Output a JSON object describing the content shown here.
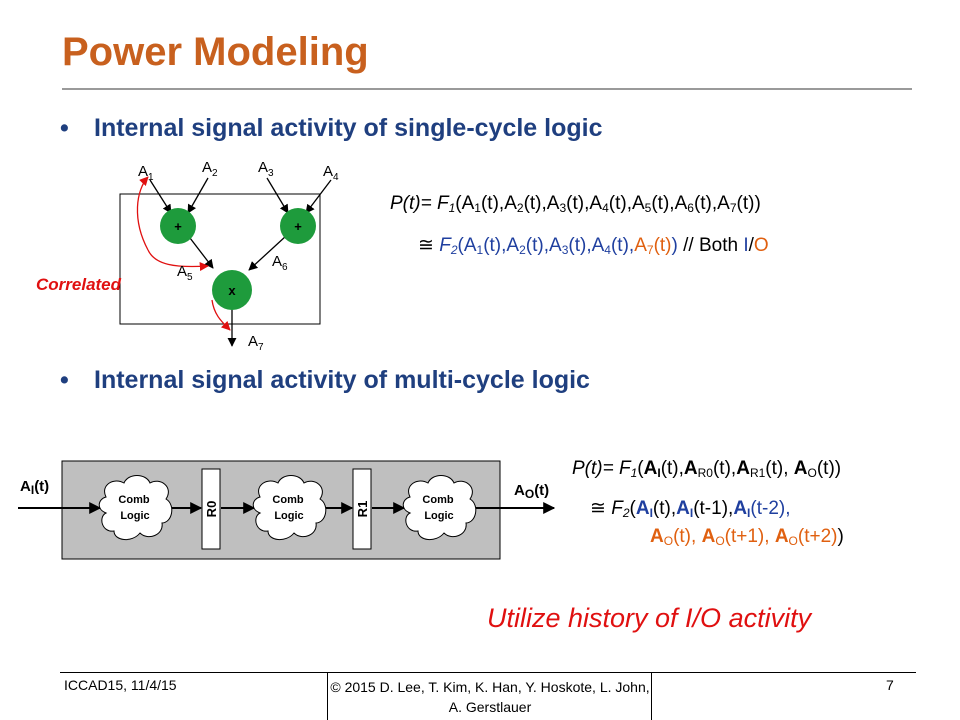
{
  "slide": {
    "title": "Power Modeling",
    "bullet_symbol": "•",
    "bullet1": "Internal signal activity of single-cycle logic",
    "bullet2": "Internal signal activity of multi-cycle logic",
    "correlated": "Correlated",
    "utilize": "Utilize history of I/O activity"
  },
  "diagram1": {
    "signals": [
      {
        "base": "A",
        "sub": "1"
      },
      {
        "base": "A",
        "sub": "2"
      },
      {
        "base": "A",
        "sub": "3"
      },
      {
        "base": "A",
        "sub": "4"
      },
      {
        "base": "A",
        "sub": "5"
      },
      {
        "base": "A",
        "sub": "6"
      },
      {
        "base": "A",
        "sub": "7"
      }
    ],
    "adder_symbol": "+",
    "multiplier_symbol": "x"
  },
  "eq1": {
    "lhs": "P(t)= ",
    "func": "F",
    "func_sub": "1",
    "open": "(",
    "terms": [
      {
        "base": "A",
        "sub": "1",
        "tail": "(t),"
      },
      {
        "base": "A",
        "sub": "2",
        "tail": "(t),"
      },
      {
        "base": "A",
        "sub": "3",
        "tail": "(t),"
      },
      {
        "base": "A",
        "sub": "4",
        "tail": "(t),"
      },
      {
        "base": "A",
        "sub": "5",
        "tail": "(t),"
      },
      {
        "base": "A",
        "sub": "6",
        "tail": "(t),"
      },
      {
        "base": "A",
        "sub": "7",
        "tail": "(t)"
      }
    ],
    "close": ")"
  },
  "eq2": {
    "approx": "≅",
    "func": "F",
    "func_sub": "2",
    "open": "(",
    "terms": [
      {
        "base": "A",
        "sub": "1",
        "tail": "(t),"
      },
      {
        "base": "A",
        "sub": "2",
        "tail": "(t),"
      },
      {
        "base": "A",
        "sub": "3",
        "tail": "(t),"
      },
      {
        "base": "A",
        "sub": "4",
        "tail": "(t),"
      }
    ],
    "last": {
      "base": "A",
      "sub": "7",
      "tail": "(t)"
    },
    "close": ")",
    "comment": "// Both ",
    "comment_i": "I",
    "comment_slash": "/",
    "comment_o": "O"
  },
  "diagram2": {
    "input": {
      "base": "A",
      "sub": "I",
      "tail": "(t)"
    },
    "output": {
      "base": "A",
      "sub": "O",
      "tail": "(t)"
    },
    "comb_line1": "Comb",
    "comb_line2": "Logic",
    "reg0": "R0",
    "reg1": "R1"
  },
  "eq3": {
    "lhs": "P(t)= ",
    "func": "F",
    "func_sub": "1",
    "open": "(",
    "t1": {
      "base": "A",
      "sub": "I",
      "tail": "(t),"
    },
    "t2": {
      "base": "A",
      "sub": "R0",
      "tail": "(t),"
    },
    "t3": {
      "base": "A",
      "sub": "R1",
      "tail": "(t), "
    },
    "t4": {
      "base": "A",
      "sub": "O",
      "tail": "(t)"
    },
    "close": ")"
  },
  "eq4": {
    "approx": "≅",
    "func": "F",
    "func_sub": "2",
    "open": "(",
    "t1": {
      "base": "A",
      "sub": "I",
      "tail": "(t),"
    },
    "t2": {
      "base": "A",
      "sub": "I",
      "tail": "(t-1),"
    },
    "t3": {
      "base": "A",
      "sub": "I",
      "tail": "(t-2),"
    }
  },
  "eq5": {
    "t1": {
      "base": "A",
      "sub": "O",
      "tail": "(t), "
    },
    "t2": {
      "base": "A",
      "sub": "O",
      "tail": "(t+1), "
    },
    "t3": {
      "base": "A",
      "sub": "O",
      "tail": "(t+2)"
    },
    "close": ")"
  },
  "footer": {
    "left": "ICCAD15,  11/4/15",
    "middle": "© 2015 D. Lee, T. Kim, K. Han, Y. Hoskote, L. John, A. Gerstlauer",
    "page": "7"
  },
  "colors": {
    "title": "#C8601E",
    "bullet": "#1F3F7F",
    "blue_term": "#1F3F9F",
    "orange_term": "#E06010",
    "red_text": "#E01010",
    "node_fill": "#1E9B3C",
    "logic_box": "#BFBFBF"
  }
}
